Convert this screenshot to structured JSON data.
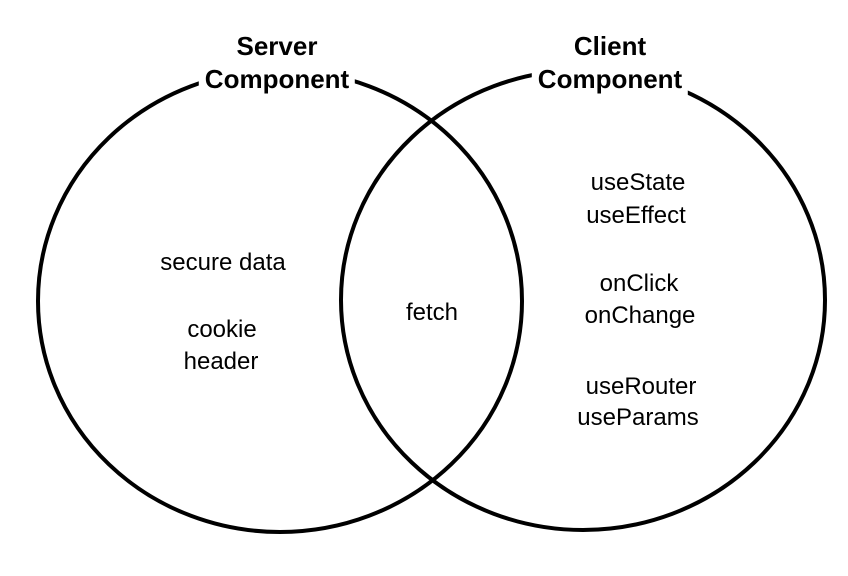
{
  "venn": {
    "left": {
      "title": [
        "Server",
        "Component"
      ],
      "items": [
        "secure data",
        "cookie",
        "header"
      ]
    },
    "overlap": {
      "items": [
        "fetch"
      ]
    },
    "right": {
      "title": [
        "Client",
        "Component"
      ],
      "items": [
        "useState",
        "useEffect",
        "onClick",
        "onChange",
        "useRouter",
        "useParams"
      ]
    }
  },
  "colors": {
    "stroke": "#000000",
    "text": "#000000",
    "background": "#ffffff"
  }
}
